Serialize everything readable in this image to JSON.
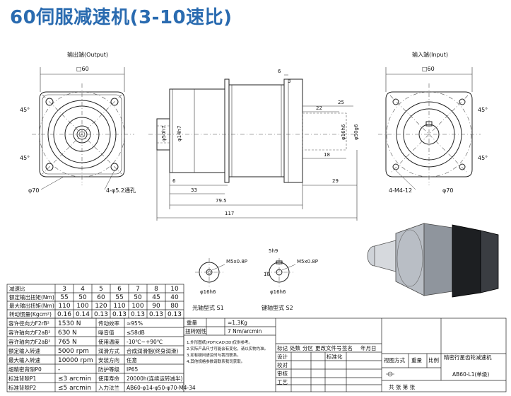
{
  "title": "60伺服减速机(3-10速比)",
  "views": {
    "output_label": "输出端(Output)",
    "input_label": "输入端(Input)",
    "square_output": "□60",
    "square_input": "□60",
    "angle": "45°",
    "bolt_circle_output": "φ70",
    "bolt_circle_input": "φ70",
    "holes_output": "4-φ5.2通孔",
    "holes_input": "4-M4-12",
    "dims_side": [
      "6",
      "3",
      "22",
      "25",
      "φ50h7",
      "φ14h7",
      "φ16h6",
      "φ50g6",
      "18",
      "6",
      "33",
      "29",
      "79.5",
      "117"
    ],
    "shaft_s1": "光轴型式 S1",
    "shaft_s2": "键轴型式 S2",
    "thread": "M5x0.8P",
    "key": "5h9",
    "shaft_dia": "φ16h6",
    "key_depth": "18"
  },
  "spec_table": {
    "row_headers": [
      "减速比",
      "额定输出扭矩(Nm)",
      "最大输出扭矩(Nm)",
      "转动惯量(Kgcm²)"
    ],
    "ratios": [
      "3",
      "4",
      "5",
      "6",
      "7",
      "8",
      "10"
    ],
    "rated_torque": [
      "55",
      "50",
      "60",
      "55",
      "50",
      "45",
      "40"
    ],
    "max_torque": [
      "110",
      "100",
      "120",
      "110",
      "100",
      "90",
      "80"
    ],
    "inertia": [
      "0.16",
      "0.14",
      "0.13",
      "0.13",
      "0.13",
      "0.13",
      "0.13"
    ]
  },
  "param_table": [
    {
      "k": "容许径向力F2rB²",
      "v": "1530 N",
      "k2": "传动效率",
      "v2": "≈95%"
    },
    {
      "k": "容许轴向力F2aB²",
      "v": "630 N",
      "k2": "噪音值",
      "v2": "≤58dB"
    },
    {
      "k": "容许轴向力F2aB²",
      "v": "765 N",
      "k2": "使用温度",
      "v2": "-10℃~+90℃"
    },
    {
      "k": "额定输入转速",
      "v": "5000 rpm",
      "k2": "润滑方式",
      "v2": "合成润滑脂(终身润滑)"
    },
    {
      "k": "最大输入转速",
      "v": "10000 rpm",
      "k2": "安装方向",
      "v2": "任意"
    },
    {
      "k": "超精密背隙P0",
      "v": "-",
      "k2": "防护等级",
      "v2": "IP65"
    },
    {
      "k": "标准背隙P1",
      "v": "≤3 arcmin",
      "k2": "使用寿命",
      "v2": "20000h(连续运转减半)"
    },
    {
      "k": "标准背隙P2",
      "v": "≤5 arcmin",
      "k2": "入力法兰",
      "v2": "AB60-φ14-φ50-φ70-M4-34"
    }
  ],
  "title_block": {
    "weight_label": "重量",
    "weight_value": "≈1.3Kg",
    "rigidity_label": "扭转刚性",
    "rigidity_value": "7 Nm/arcmin",
    "notes": "1.外形图纸(PDF\\CAD\\3D)仅供参考。\n2.实际产品尺寸可能会有变化，请以实物为准。\n3.如有疑问请及时与我司联系。\n4.其他规格参数请联系我司获取。",
    "rev_header": [
      "标记",
      "处数",
      "分区",
      "更改文件号",
      "签名",
      "年月日"
    ],
    "rows": [
      "设计",
      "校对",
      "审核",
      "工艺"
    ],
    "standard": "标准化",
    "view_label": "视图方式",
    "weight2": "重量",
    "scale": "比例",
    "sheet": "共  张 第  张",
    "product": "精密行星齿轮减速机",
    "model": "AB60-L1(单级)"
  }
}
